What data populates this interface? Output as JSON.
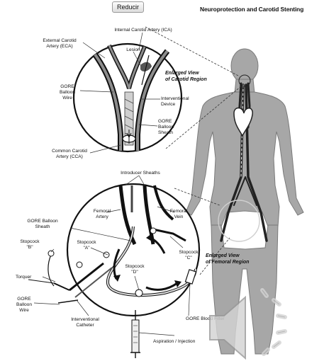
{
  "toolbar": {
    "reduce_label": "Reducir"
  },
  "slide": {
    "title": "Neuroprotection and Carotid Stenting",
    "carotid_labels": {
      "ica": "Internal Carotid Artery (ICA)",
      "eca_line1": "External Carotid",
      "eca_line2": "Artery (ECA)",
      "lesion": "Lesion",
      "enlarged_1": "Enlarged View",
      "enlarged_2": "of Carotid Region",
      "balloon_wire_1": "GORE",
      "balloon_wire_2": "Balloon",
      "balloon_wire_3": "Wire",
      "interventional_1": "Interventional",
      "interventional_2": "Device",
      "sheath_1": "GORE",
      "sheath_2": "Balloon",
      "sheath_3": "Sheath",
      "cca_1": "Common Carotid",
      "cca_2": "Artery (CCA)"
    },
    "femoral_labels": {
      "introducer": "Introducer Sheaths",
      "femoral_artery_1": "Femoral",
      "femoral_artery_2": "Artery",
      "femoral_vein_1": "Femoral",
      "femoral_vein_2": "Vein",
      "gore_sheath_1": "GORE Balloon",
      "gore_sheath_2": "Sheath",
      "stopcock_b_1": "Stopcock",
      "stopcock_b_2": "\"B\"",
      "stopcock_a_1": "Stopcock",
      "stopcock_a_2": "\"A\"",
      "stopcock_c_1": "Stopcock",
      "stopcock_c_2": "\"C\"",
      "stopcock_d_1": "Stopcock",
      "stopcock_d_2": "\"D\"",
      "enlarged_1": "Enlarged View",
      "enlarged_2": "of Femoral Region",
      "torquer": "Torquer",
      "gore_wire_1": "GORE",
      "gore_wire_2": "Balloon",
      "gore_wire_3": "Wire",
      "catheter_1": "Interventional",
      "catheter_2": "Catheter",
      "gore_filter": "GORE Blood Filter",
      "aspiration": "Aspiration / Injection"
    },
    "icons": {
      "speaker": "speaker-icon"
    }
  }
}
